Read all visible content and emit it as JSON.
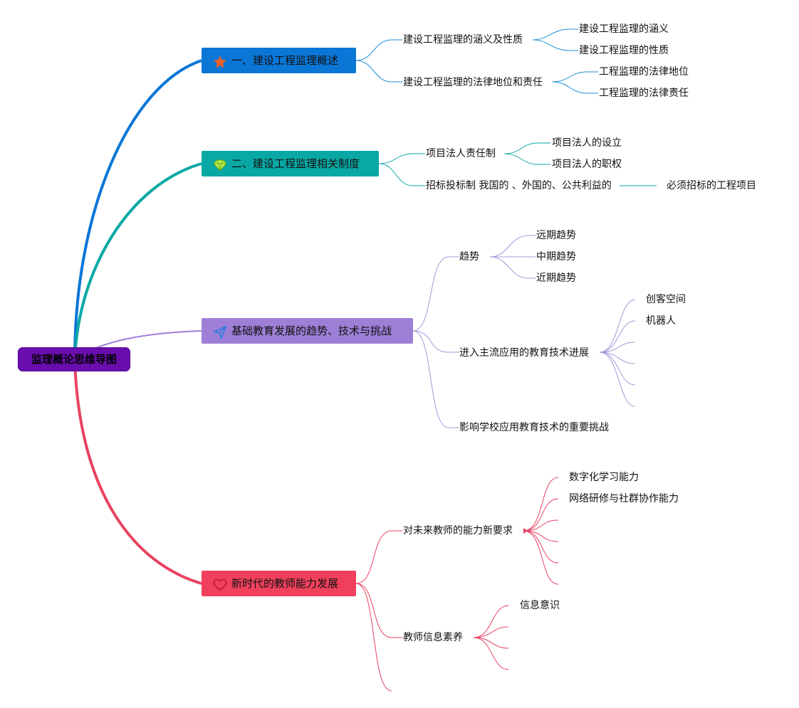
{
  "root": {
    "label": "监理概论思维导图"
  },
  "branches": [
    {
      "label": "一、建设工程监理概述",
      "icon": "star-icon",
      "color": "#0a76d6",
      "children": [
        {
          "label": "建设工程监理的涵义及性质",
          "children": [
            "建设工程监理的涵义",
            "建设工程监理的性质"
          ]
        },
        {
          "label": "建设工程监理的法律地位和责任",
          "children": [
            "工程监理的法律地位",
            "工程监理的法律责任"
          ]
        }
      ]
    },
    {
      "label": "二、建设工程监理相关制度",
      "icon": "gem-icon",
      "color": "#09a8a5",
      "children": [
        {
          "label": "项目法人责任制",
          "children": [
            "项目法人的设立",
            "项目法人的职权"
          ]
        },
        {
          "label": "招标投标制 我国的 、外国的、公共利益的",
          "children": [
            "必须招标的工程项目"
          ]
        }
      ]
    },
    {
      "label": "基础教育发展的趋势、技术与挑战",
      "icon": "send-icon",
      "color": "#9d7fd6",
      "children": [
        {
          "label": "趋势",
          "children": [
            "远期趋势",
            "中期趋势",
            "近期趋势"
          ]
        },
        {
          "label": "进入主流应用的教育技术进展",
          "children": [
            "创客空间",
            "机器人",
            "",
            "",
            "",
            ""
          ]
        },
        {
          "label": "影响学校应用教育技术的重要挑战",
          "children": []
        }
      ]
    },
    {
      "label": "新时代的教师能力发展",
      "icon": "heart-icon",
      "color": "#f0405c",
      "children": [
        {
          "label": "对未来教师的能力新要求",
          "children": [
            "数字化学习能力",
            "网络研修与社群协作能力",
            "",
            "",
            "",
            ""
          ]
        },
        {
          "label": "教师信息素养",
          "children": [
            "信息意识",
            "",
            "",
            ""
          ]
        },
        {
          "label": "",
          "children": []
        }
      ]
    }
  ]
}
